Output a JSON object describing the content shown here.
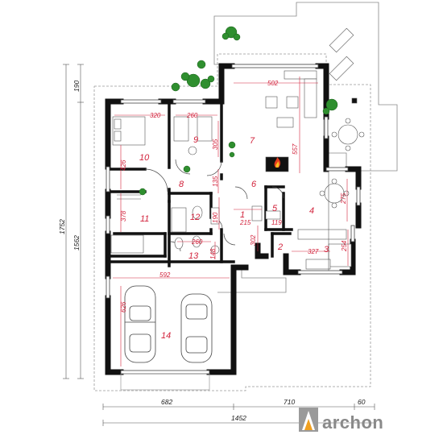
{
  "rooms": [
    {
      "num": "1"
    },
    {
      "num": "2"
    },
    {
      "num": "3"
    },
    {
      "num": "4"
    },
    {
      "num": "5"
    },
    {
      "num": "6"
    },
    {
      "num": "7"
    },
    {
      "num": "8"
    },
    {
      "num": "9"
    },
    {
      "num": "10"
    },
    {
      "num": "11"
    },
    {
      "num": "12"
    },
    {
      "num": "13"
    },
    {
      "num": "14"
    }
  ],
  "interior_dims": {
    "d502": "502",
    "d320": "320",
    "d260a": "260",
    "d557": "557",
    "d305": "305",
    "d426": "426",
    "d135": "135",
    "d275": "275",
    "d378": "378",
    "d190": "190",
    "d215": "215",
    "d119": "119",
    "d302": "302",
    "d260b": "260",
    "d148": "148",
    "d254": "254",
    "d327": "327",
    "d592": "592",
    "d626": "626"
  },
  "exterior_dims": {
    "left_190": "190",
    "left_1752": "1752",
    "left_1562": "1562",
    "bottom_682": "682",
    "bottom_710": "710",
    "bottom_60": "60",
    "bottom_1452": "1452"
  },
  "logo": {
    "text": "archon",
    "accent": "#f0a020"
  },
  "colors": {
    "wall": "#111111",
    "dim_red": "#d2233c",
    "dim_line": "#555555",
    "plants": "#2f8f2f",
    "fire": "#e63b1e"
  }
}
